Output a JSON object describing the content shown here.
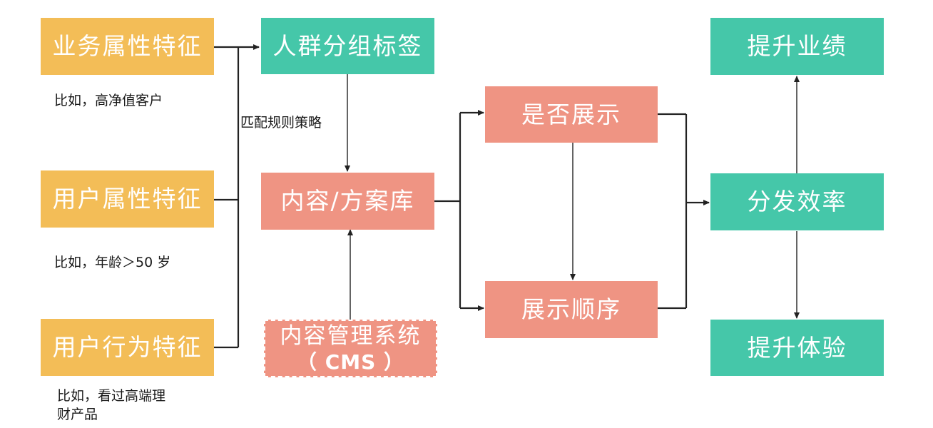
{
  "features": {
    "business": "业务属性特征",
    "user_attr": "用户属性特征",
    "user_behavior": "用户行为特征"
  },
  "notes": {
    "business_example": "比如，高净值客户",
    "user_attr_example": "比如，年龄＞50 岁",
    "user_behavior_example_line1": "比如，看过高端理",
    "user_behavior_example_line2": "财产品",
    "match_rule": "匹配规则策略"
  },
  "nodes": {
    "crowd_tag": "人群分组标签",
    "content_library": "内容/方案库",
    "cms_line1": "内容管理系统",
    "cms_line2": "（ CMS ）",
    "show_or_not": "是否展示",
    "show_order": "展示顺序",
    "improve_performance": "提升业绩",
    "distribution_efficiency": "分发效率",
    "improve_experience": "提升体验"
  },
  "colors": {
    "feature_yellow": "#f3bd57",
    "outcome_teal": "#45c7a9",
    "process_salmon": "#ef9483",
    "line": "#222222"
  }
}
